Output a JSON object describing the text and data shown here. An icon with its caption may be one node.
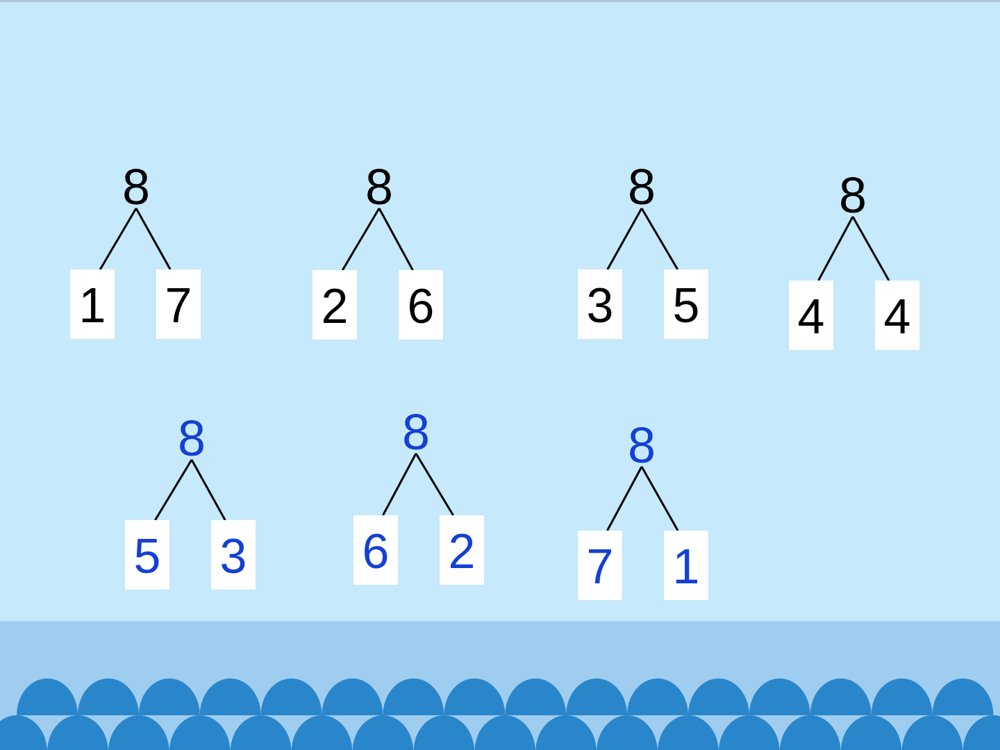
{
  "diagram": {
    "nodes": [
      {
        "text": [
          "8"
        ]
      },
      {
        "text": [
          "1"
        ]
      },
      {
        "text": [
          "7"
        ]
      },
      {
        "text": [
          "8"
        ]
      },
      {
        "text": [
          "2"
        ]
      },
      {
        "text": [
          "6"
        ]
      },
      {
        "text": [
          "8"
        ]
      },
      {
        "text": [
          "3"
        ]
      },
      {
        "text": [
          "5"
        ]
      },
      {
        "text": [
          "8"
        ]
      },
      {
        "text": [
          "4"
        ]
      },
      {
        "text": [
          "4"
        ]
      },
      {
        "text": [
          "8"
        ]
      },
      {
        "text": [
          "5"
        ]
      },
      {
        "text": [
          "3"
        ]
      },
      {
        "text": [
          "8"
        ]
      },
      {
        "text": [
          "6"
        ]
      },
      {
        "text": [
          "2"
        ]
      },
      {
        "text": [
          "8"
        ]
      },
      {
        "text": [
          "7"
        ]
      },
      {
        "text": [
          "1"
        ]
      }
    ],
    "edges": [
      {
        "from": 0,
        "to": 1,
        "arrow": "none"
      },
      {
        "from": 0,
        "to": 2,
        "arrow": "none"
      },
      {
        "from": 3,
        "to": 4,
        "arrow": "none"
      },
      {
        "from": 3,
        "to": 5,
        "arrow": "none"
      },
      {
        "from": 6,
        "to": 7,
        "arrow": "none"
      },
      {
        "from": 6,
        "to": 8,
        "arrow": "none"
      },
      {
        "from": 9,
        "to": 10,
        "arrow": "none"
      },
      {
        "from": 9,
        "to": 11,
        "arrow": "none"
      },
      {
        "from": 12,
        "to": 13,
        "arrow": "none"
      },
      {
        "from": 12,
        "to": 14,
        "arrow": "none"
      },
      {
        "from": 15,
        "to": 16,
        "arrow": "none"
      },
      {
        "from": 15,
        "to": 17,
        "arrow": "none"
      },
      {
        "from": 18,
        "to": 19,
        "arrow": "none"
      },
      {
        "from": 18,
        "to": 20,
        "arrow": "none"
      }
    ]
  }
}
